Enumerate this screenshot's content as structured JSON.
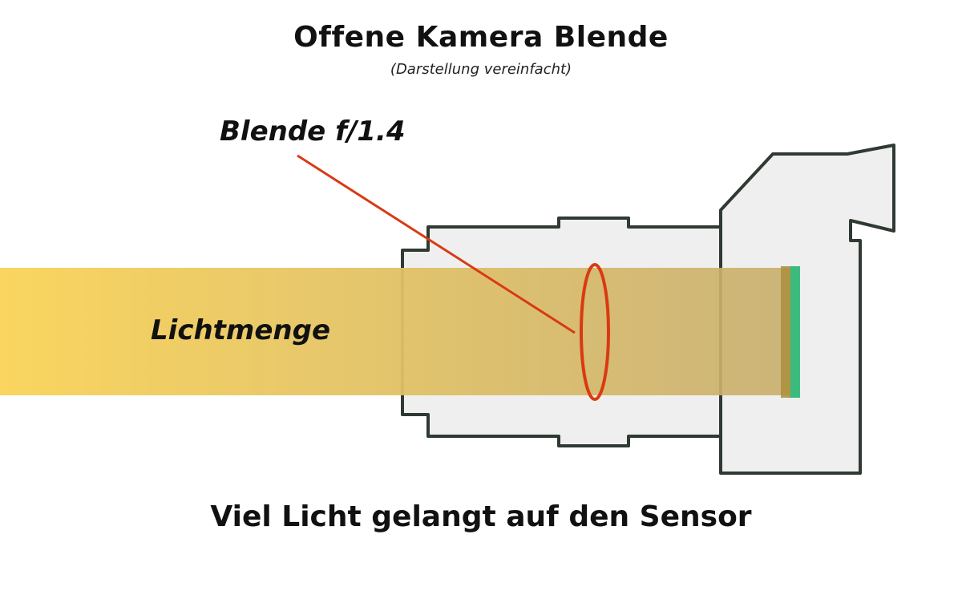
{
  "title": "Offene Kamera Blende",
  "subtitle": "(Darstellung vereinfacht)",
  "aperture_label": "Blende f/1.4",
  "light_label": "Lichtmenge",
  "caption": "Viel Licht gelangt auf den Sensor",
  "colors": {
    "camera_fill": "#efefef",
    "camera_stroke": "#2f3a32",
    "light_start": "#fad55f",
    "light_end": "#c8ae6c",
    "aperture": "#d93a12",
    "sensor": "#3dbb7e",
    "sensor_back": "#a98f3c"
  }
}
